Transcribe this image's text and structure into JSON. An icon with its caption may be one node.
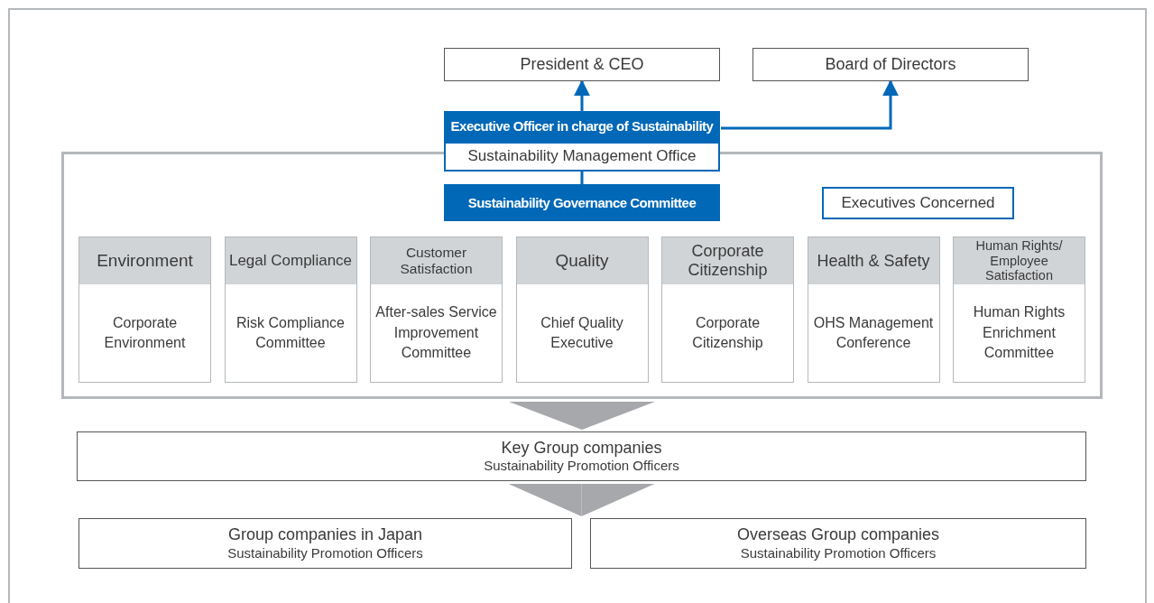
{
  "diagram": {
    "nodes": [
      {
        "text": [
          "President & CEO"
        ]
      },
      {
        "text": [
          "Board of Directors"
        ]
      },
      {
        "text": [
          "Executive Officer in charge of Sustainability"
        ]
      },
      {
        "text": [
          "Sustainability Management Office"
        ]
      },
      {
        "text": [],
        "shape": "box"
      },
      {
        "text": [
          "Sustainability Governance Committee"
        ],
        "in": 4
      },
      {
        "text": [
          "Executives Concerned"
        ],
        "in": 4
      },
      {
        "text": [
          "Environment",
          "Corporate Environment"
        ],
        "in": 4
      },
      {
        "text": [
          "Legal Compliance",
          "Risk Compliance Committee"
        ],
        "in": 4
      },
      {
        "text": [
          "Customer Satisfaction",
          "After-sales Service Improvement Committee"
        ],
        "in": 4
      },
      {
        "text": [
          "Quality",
          "Chief Quality Executive"
        ],
        "in": 4
      },
      {
        "text": [
          "Corporate Citizenship",
          "Corporate Citizenship"
        ],
        "in": 4
      },
      {
        "text": [
          "Health & Safety",
          "OHS Management Conference"
        ],
        "in": 4
      },
      {
        "text": [
          "Human Rights/ Employee Satisfaction",
          "Human Rights Enrichment Committee"
        ],
        "in": 4
      },
      {
        "text": [
          "Key Group companies",
          "Sustainability Promotion Officers"
        ]
      },
      {
        "text": [
          "Group companies in Japan",
          "Sustainability Promotion Officers"
        ]
      },
      {
        "text": [
          "Overseas Group companies",
          "Sustainability Promotion Officers"
        ]
      }
    ],
    "edges": [
      {
        "from": 2,
        "to": 0,
        "arrow": "to"
      },
      {
        "from": 2,
        "to": 1,
        "arrow": "to"
      },
      {
        "from": 3,
        "to": 5,
        "arrow": "none"
      },
      {
        "from": 4,
        "to": 14,
        "arrow": "to",
        "color": "#a6a8ab",
        "style": "thick"
      },
      {
        "from": 14,
        "to": 15,
        "arrow": "to",
        "color": "#a6a8ab",
        "style": "thick"
      },
      {
        "from": 14,
        "to": 16,
        "arrow": "to",
        "color": "#a6a8ab",
        "style": "thick"
      }
    ]
  }
}
